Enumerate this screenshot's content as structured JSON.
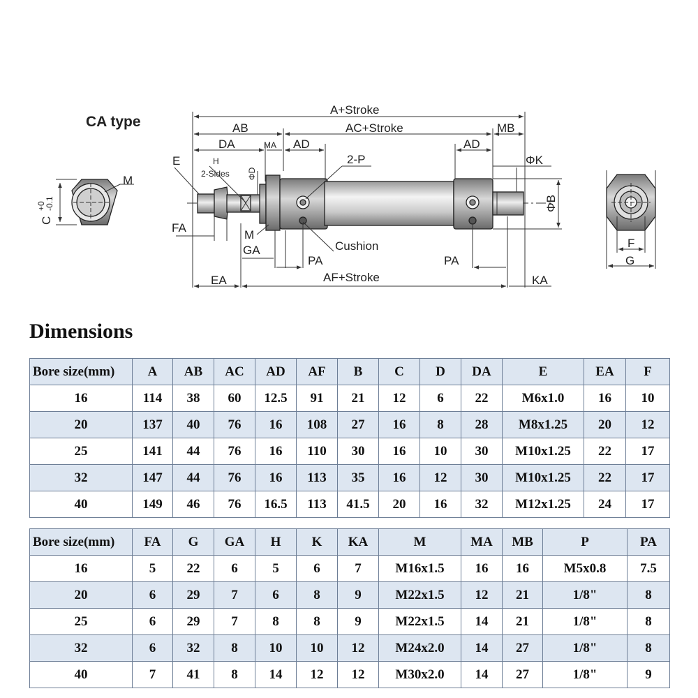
{
  "drawing": {
    "type_label": "CA type",
    "labels": {
      "a_stroke": "A+Stroke",
      "ab": "AB",
      "ac_stroke": "AC+Stroke",
      "mb": "MB",
      "da": "DA",
      "ma": "MA",
      "ad": "AD",
      "p": "2-P",
      "e": "E",
      "h": "H",
      "sides": "2-Sides",
      "phi_d": "ΦD",
      "phi_k": "ΦK",
      "phi_b": "ΦB",
      "m": "M",
      "c": "C",
      "c_tol_upper": "+0",
      "c_tol_lower": "-0.1",
      "fa": "FA",
      "ga": "GA",
      "cushion": "Cushion",
      "pa": "PA",
      "ea": "EA",
      "af_stroke": "AF+Stroke",
      "ka": "KA",
      "f": "F",
      "g": "G"
    }
  },
  "title": "Dimensions",
  "table1": {
    "headers": [
      "Bore size(mm)",
      "A",
      "AB",
      "AC",
      "AD",
      "AF",
      "B",
      "C",
      "D",
      "DA",
      "E",
      "EA",
      "F"
    ],
    "rows": [
      [
        "16",
        "114",
        "38",
        "60",
        "12.5",
        "91",
        "21",
        "12",
        "6",
        "22",
        "M6x1.0",
        "16",
        "10"
      ],
      [
        "20",
        "137",
        "40",
        "76",
        "16",
        "108",
        "27",
        "16",
        "8",
        "28",
        "M8x1.25",
        "20",
        "12"
      ],
      [
        "25",
        "141",
        "44",
        "76",
        "16",
        "110",
        "30",
        "16",
        "10",
        "30",
        "M10x1.25",
        "22",
        "17"
      ],
      [
        "32",
        "147",
        "44",
        "76",
        "16",
        "113",
        "35",
        "16",
        "12",
        "30",
        "M10x1.25",
        "22",
        "17"
      ],
      [
        "40",
        "149",
        "46",
        "76",
        "16.5",
        "113",
        "41.5",
        "20",
        "16",
        "32",
        "M12x1.25",
        "24",
        "17"
      ]
    ]
  },
  "table2": {
    "headers": [
      "Bore size(mm)",
      "FA",
      "G",
      "GA",
      "H",
      "K",
      "KA",
      "M",
      "MA",
      "MB",
      "P",
      "PA"
    ],
    "rows": [
      [
        "16",
        "5",
        "22",
        "6",
        "5",
        "6",
        "7",
        "M16x1.5",
        "16",
        "16",
        "M5x0.8",
        "7.5"
      ],
      [
        "20",
        "6",
        "29",
        "7",
        "6",
        "8",
        "9",
        "M22x1.5",
        "12",
        "21",
        "1/8\"",
        "8"
      ],
      [
        "25",
        "6",
        "29",
        "7",
        "8",
        "8",
        "9",
        "M22x1.5",
        "14",
        "21",
        "1/8\"",
        "8"
      ],
      [
        "32",
        "6",
        "32",
        "8",
        "10",
        "10",
        "12",
        "M24x2.0",
        "14",
        "27",
        "1/8\"",
        "8"
      ],
      [
        "40",
        "7",
        "41",
        "8",
        "14",
        "12",
        "12",
        "M30x2.0",
        "14",
        "27",
        "1/8\"",
        "9"
      ]
    ]
  }
}
